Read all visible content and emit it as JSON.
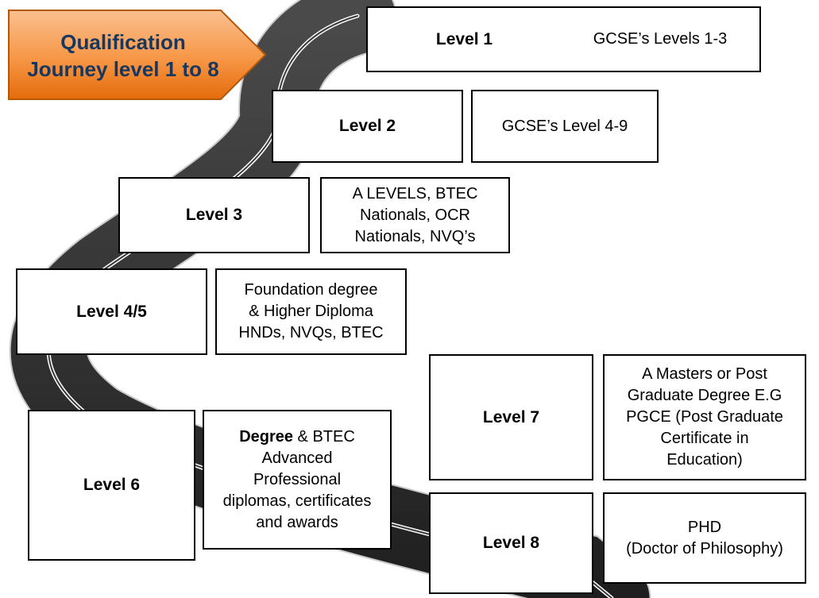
{
  "banner": {
    "text": "Qualification\nJourney level 1 to 8",
    "fill": "#f79646",
    "text_color": "#17375e"
  },
  "levels": [
    {
      "level": "Level 1",
      "description": "GCSE’s Levels 1-3"
    },
    {
      "level": "Level 2",
      "description": "GCSE’s Level 4-9"
    },
    {
      "level": "Level 3",
      "description": "A LEVELS, BTEC\nNationals, OCR\nNationals, NVQ’s"
    },
    {
      "level": "Level 4/5",
      "description": "Foundation degree\n& Higher Diploma\nHNDs, NVQs, BTEC"
    },
    {
      "level": "Level 6",
      "description_bold": "Degree",
      "description": " & BTEC\nAdvanced\nProfessional\ndiplomas, certificates\nand awards"
    },
    {
      "level": "Level 7",
      "description": "A Masters or Post\nGraduate Degree E.G\nPGCE (Post Graduate\nCertificate in\nEducation)"
    },
    {
      "level": "Level 8",
      "description": "PHD\n(Doctor of Philosophy)"
    }
  ]
}
